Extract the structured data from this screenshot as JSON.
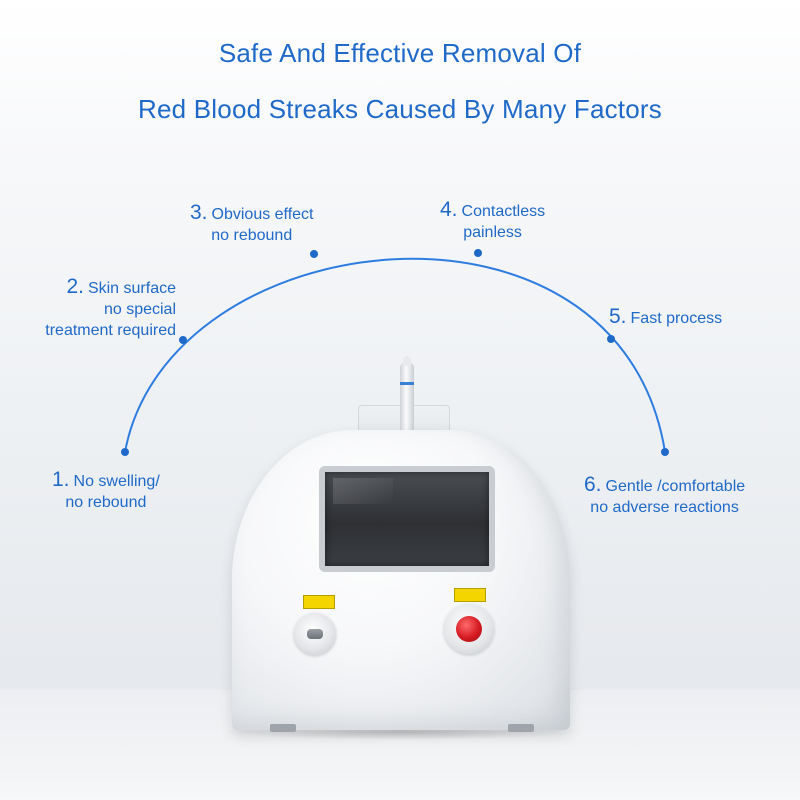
{
  "title": {
    "line1": "Safe And Effective Removal Of",
    "line2": "Red Blood Streaks Caused By Many Factors"
  },
  "features": [
    {
      "num": "1.",
      "line1": "No swelling/",
      "line2": "no rebound"
    },
    {
      "num": "2.",
      "line1": "Skin surface",
      "line2": "no special",
      "line3": "treatment required"
    },
    {
      "num": "3.",
      "line1": "Obvious effect",
      "line2": "no rebound"
    },
    {
      "num": "4.",
      "line1": "Contactless",
      "line2": "painless"
    },
    {
      "num": "5.",
      "line1": "Fast process"
    },
    {
      "num": "6.",
      "line1": "Gentle /comfortable",
      "line2": "no adverse reactions"
    }
  ],
  "colors": {
    "accent": "#1f69c9",
    "emergency_button": "#d51a22",
    "sticker": "#f5d500"
  },
  "icons": [
    "arc-dot-icon",
    "key-switch-icon",
    "emergency-stop-icon"
  ]
}
